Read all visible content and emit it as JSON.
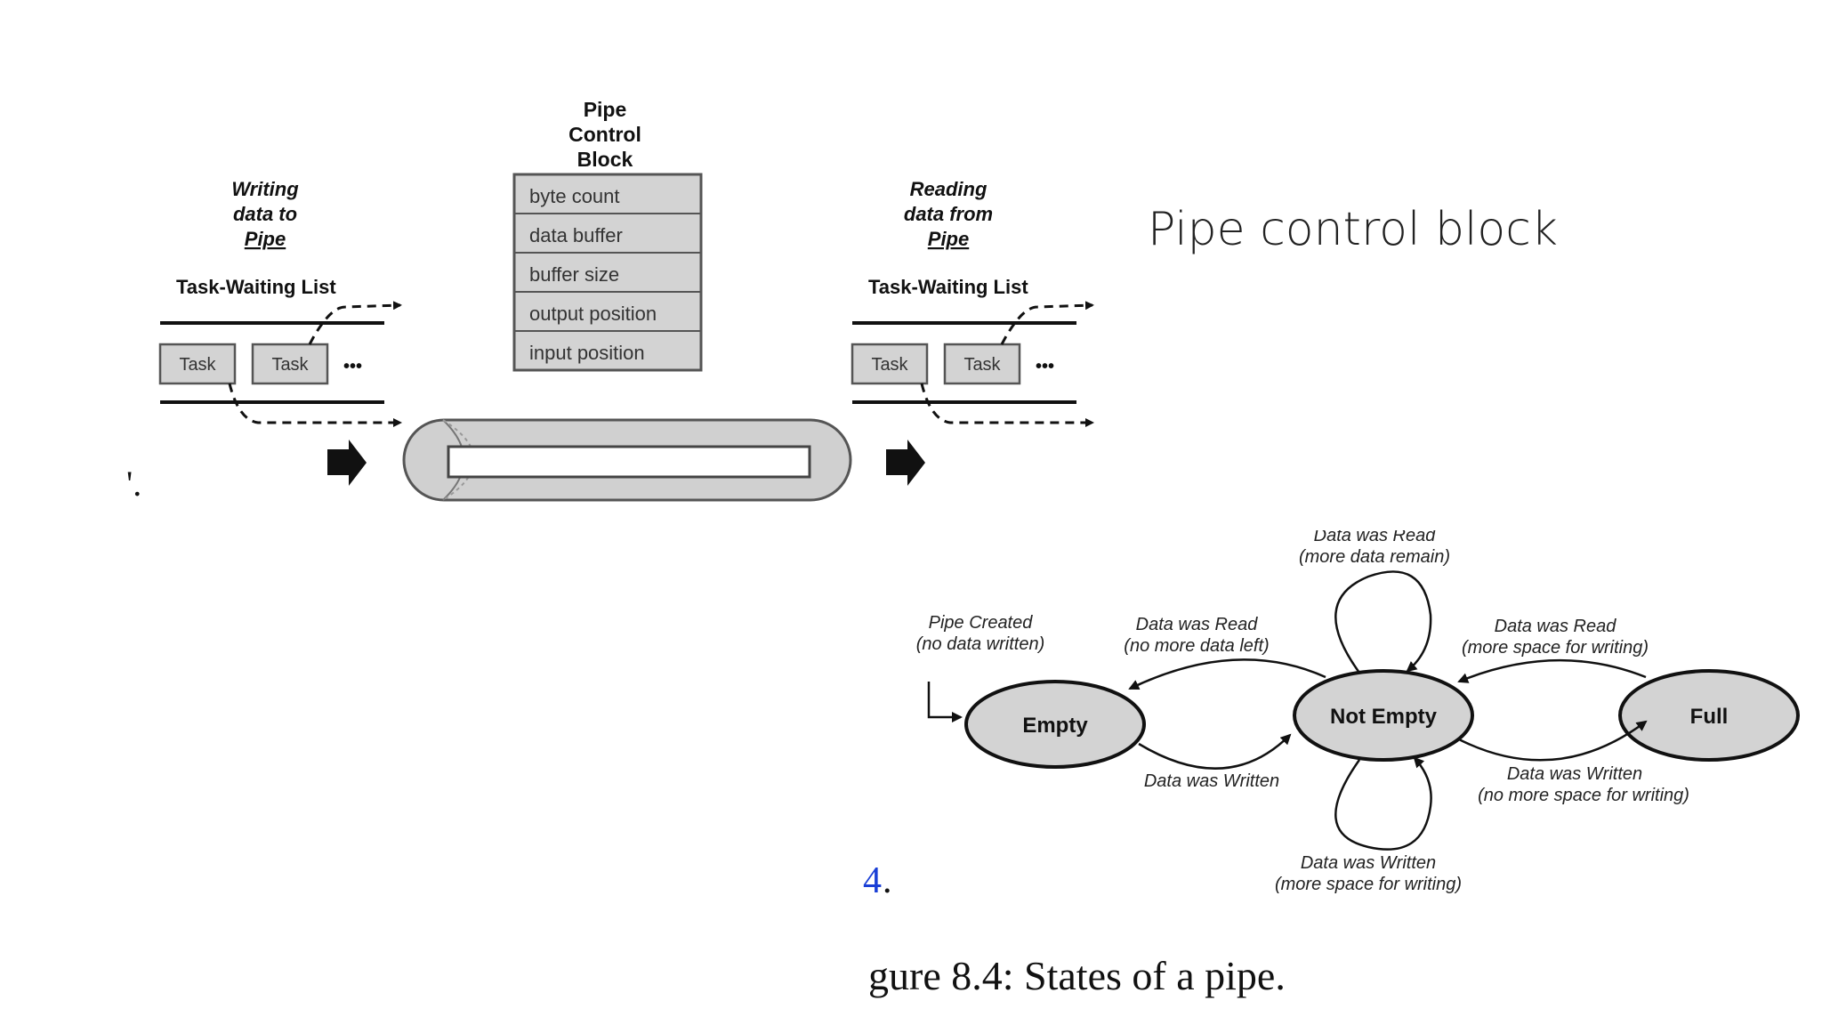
{
  "slide": {
    "title": "Pipe control block"
  },
  "pcb_diagram": {
    "header_line1": "Pipe",
    "header_line2": "Control",
    "header_line3": "Block",
    "fields": [
      "byte count",
      "data buffer",
      "buffer size",
      "output position",
      "input position"
    ],
    "writer": {
      "title_line1": "Writing",
      "title_line2": "data to",
      "title_line3": "Pipe",
      "list_label": "Task-Waiting List",
      "tasks": [
        "Task",
        "Task"
      ],
      "more": "•••"
    },
    "reader": {
      "title_line1": "Reading",
      "title_line2": "data from",
      "title_line3": "Pipe",
      "list_label": "Task-Waiting List",
      "tasks": [
        "Task",
        "Task"
      ],
      "more": "•••"
    },
    "stray_mark": "'."
  },
  "state_diagram": {
    "states": {
      "empty": "Empty",
      "not_empty": "Not Empty",
      "full": "Full"
    },
    "transitions": {
      "created_1": "Pipe Created",
      "created_2": "(no data written)",
      "read_empty_1": "Data was Read",
      "read_empty_2": "(no more data left)",
      "read_remain_1": "Data was Read",
      "read_remain_2": "(more data remain)",
      "read_space_1": "Data was Read",
      "read_space_2": "(more space for writing)",
      "written": "Data was Written",
      "written_full_1": "Data was Written",
      "written_full_2": "(no more space for writing)",
      "written_space_1": "Data was Written",
      "written_space_2": "(more space for writing)"
    },
    "link_fragment": "4",
    "link_dot": ".",
    "caption": "gure 8.4: States of a pipe."
  }
}
